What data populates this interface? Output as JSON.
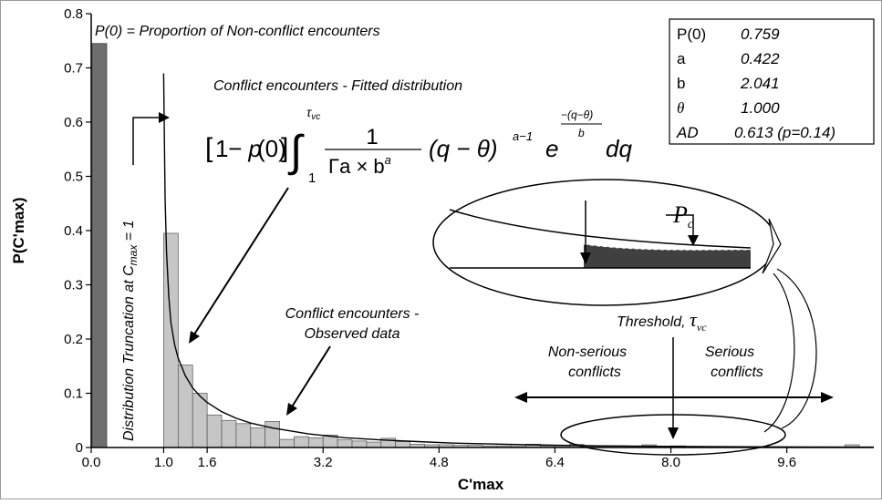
{
  "chart_data": {
    "type": "bar",
    "xlabel": "C'max",
    "ylabel": "P(C'max)",
    "xlim": [
      0,
      10.8
    ],
    "ylim": [
      0,
      0.8
    ],
    "x_ticks": [
      "0.0",
      "1.0",
      "1.6",
      "3.2",
      "4.8",
      "6.4",
      "8.0",
      "9.6"
    ],
    "x_tick_values": [
      0.0,
      1.0,
      1.6,
      3.2,
      4.8,
      6.4,
      8.0,
      9.6
    ],
    "y_ticks": [
      "0",
      "0.1",
      "0.2",
      "0.3",
      "0.4",
      "0.5",
      "0.6",
      "0.7",
      "0.8"
    ],
    "y_tick_values": [
      0,
      0.1,
      0.2,
      0.3,
      0.4,
      0.5,
      0.6,
      0.7,
      0.8
    ],
    "p0_bar": {
      "x": 0.0,
      "value": 0.745
    },
    "observed": {
      "bin_width": 0.2,
      "bin_starts": [
        1.0,
        1.2,
        1.4,
        1.6,
        1.8,
        2.0,
        2.2,
        2.4,
        2.6,
        2.8,
        3.0,
        3.2,
        3.4,
        3.6,
        3.8,
        4.0,
        4.2,
        4.4,
        4.6,
        4.8,
        5.0,
        5.2,
        5.4,
        5.6,
        5.8,
        6.0,
        6.2,
        6.4,
        6.6,
        6.8,
        7.0,
        7.2,
        7.4,
        7.6,
        7.8,
        8.0,
        10.4
      ],
      "values": [
        0.395,
        0.152,
        0.1,
        0.06,
        0.05,
        0.044,
        0.036,
        0.048,
        0.015,
        0.02,
        0.018,
        0.023,
        0.014,
        0.012,
        0.01,
        0.017,
        0.011,
        0.006,
        0.005,
        0.005,
        0.004,
        0.004,
        0.003,
        0.003,
        0.002,
        0.006,
        0.003,
        0.003,
        0.006,
        0.002,
        0.002,
        0.003,
        0.002,
        0.005,
        0.002,
        0.003,
        0.005
      ]
    },
    "fitted": {
      "x": [
        1.0,
        1.02,
        1.04,
        1.07,
        1.1,
        1.15,
        1.2,
        1.3,
        1.4,
        1.5,
        1.6,
        1.8,
        2.0,
        2.2,
        2.5,
        3.0,
        3.5,
        4.0,
        4.5,
        5.0,
        5.5,
        6.0,
        7.0,
        8.0,
        9.0,
        10.0,
        10.8
      ],
      "y": [
        0.69,
        0.46,
        0.36,
        0.28,
        0.23,
        0.19,
        0.165,
        0.132,
        0.11,
        0.095,
        0.083,
        0.066,
        0.054,
        0.045,
        0.036,
        0.025,
        0.018,
        0.014,
        0.011,
        0.008,
        0.0065,
        0.005,
        0.003,
        0.002,
        0.0013,
        0.0009,
        0.0007
      ]
    }
  },
  "annotations": {
    "p0_label": "P(0) = Proportion of Non-conflict encounters",
    "fitted_label": "Conflict encounters - Fitted distribution",
    "observed_line1": "Conflict encounters -",
    "observed_line2": "Observed data",
    "truncation_pre": "Distribution Truncation at C",
    "truncation_sub": "max",
    "truncation_post": " = 1",
    "threshold_label": "Threshold, ",
    "threshold_tau": "τ",
    "threshold_sub": "vc",
    "nonserious_line1": "Non-serious",
    "nonserious_line2": "conflicts",
    "serious_line1": "Serious",
    "serious_line2": "conflicts",
    "pc_label": "P",
    "pc_sub": "c"
  },
  "formula": {
    "bracket_open": "[",
    "one": "1",
    "minus_p": " − p",
    "paren_zero": "(0)",
    "bracket_close": "]",
    "integral": "∫",
    "upper_tau": "τ",
    "upper_sub": "vc",
    "lower": "1",
    "frac_num": "1",
    "frac_den": "Γa × b",
    "frac_den_sup": "a",
    "power_base": "(q − θ)",
    "power_exp": "a−1",
    "e": "e",
    "exp_num": "−(q−θ)",
    "exp_den": "b",
    "dq": "dq"
  },
  "params": [
    {
      "name": "P(0)",
      "value": "0.759"
    },
    {
      "name": "a",
      "value": "0.422"
    },
    {
      "name": "b",
      "value": "2.041"
    },
    {
      "name": "θ",
      "value": "1.000"
    },
    {
      "name": "AD",
      "value": "0.613 (p=0.14)"
    }
  ],
  "colors": {
    "p0_bar": "#6e6e6e",
    "observed_bar": "#c6c6c6",
    "pc_fill": "#404040",
    "axis": "#000000",
    "frame": "#9a9a9a"
  }
}
